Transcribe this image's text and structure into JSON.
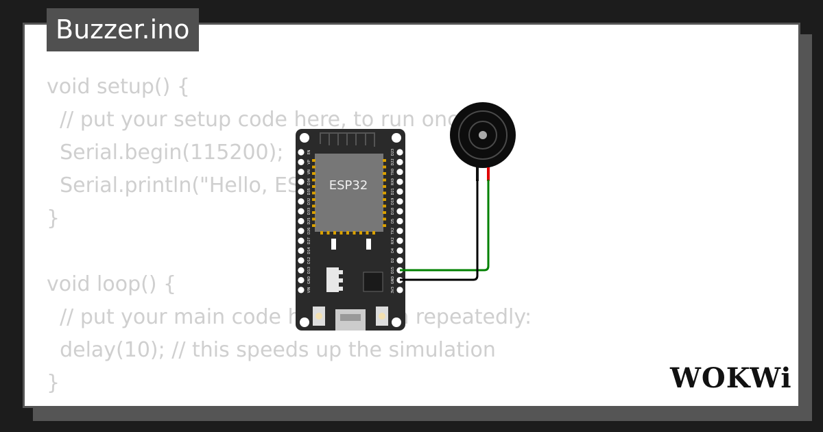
{
  "page_title": "Buzzer.ino",
  "code_lines": [
    "void setup() {",
    "  // put your setup code here, to run once:",
    "  Serial.begin(115200);",
    "  Serial.println(\"Hello, ESP32!\");",
    "}",
    "",
    "void loop() {",
    "  // put your main code here, to run repeatedly:",
    "  delay(10); // this speeds up the simulation",
    "}"
  ],
  "board": {
    "chip_label": "ESP32",
    "left_pins": [
      "EN",
      "VP",
      "VN",
      "D34",
      "D35",
      "D32",
      "D33",
      "D25",
      "D26",
      "D27",
      "D14",
      "D12",
      "D13",
      "GND",
      "VIN"
    ],
    "right_pins": [
      "D23",
      "D22",
      "TX0",
      "RX0",
      "D21",
      "D19",
      "D18",
      "D5",
      "TX2",
      "RX2",
      "D4",
      "D2",
      "D15",
      "GND",
      "3V3"
    ]
  },
  "brand": "WOKWi",
  "colors": {
    "background": "#1c1c1c",
    "frame": "#555555",
    "code_text": "#cfcfcf",
    "wire_green": "#008000",
    "wire_black": "#000000",
    "wire_red": "#e00000"
  },
  "icons": [
    "esp32-board-icon",
    "piezo-buzzer-icon",
    "wokwi-logo-icon"
  ]
}
